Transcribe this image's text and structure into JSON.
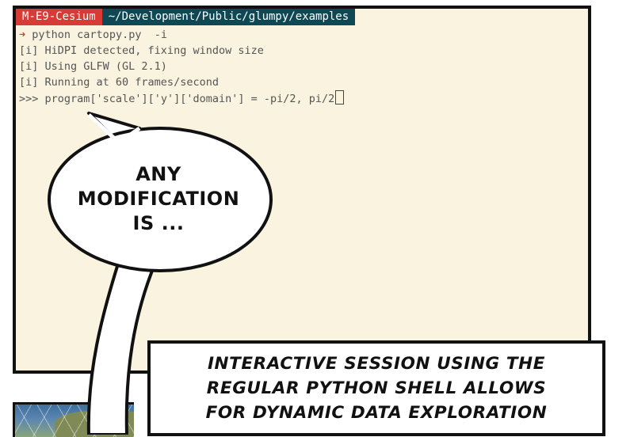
{
  "terminal": {
    "host": "M-E9-Cesium",
    "path": "~/Development/Public/glumpy/examples",
    "command_arrow": "➜",
    "command": "python cartopy.py  -i",
    "lines": [
      "[i] HiDPI detected, fixing window size",
      "[i] Using GLFW (GL 2.1)",
      "[i] Running at 60 frames/second"
    ],
    "repl_prompt": ">>>",
    "repl_input": "program['scale']['y']['domain'] = -pi/2, pi/2"
  },
  "bubble": {
    "lines": [
      "ANY",
      "MODIFICATION",
      "IS ..."
    ]
  },
  "caption": {
    "lines": [
      "INTERACTIVE SESSION USING THE",
      "REGULAR PYTHON SHELL ALLOWS",
      "FOR DYNAMIC DATA EXPLORATION"
    ]
  },
  "colors": {
    "terminal_bg": "#f9f3df",
    "host_badge": "#d73b35",
    "path_badge": "#0e4854"
  }
}
